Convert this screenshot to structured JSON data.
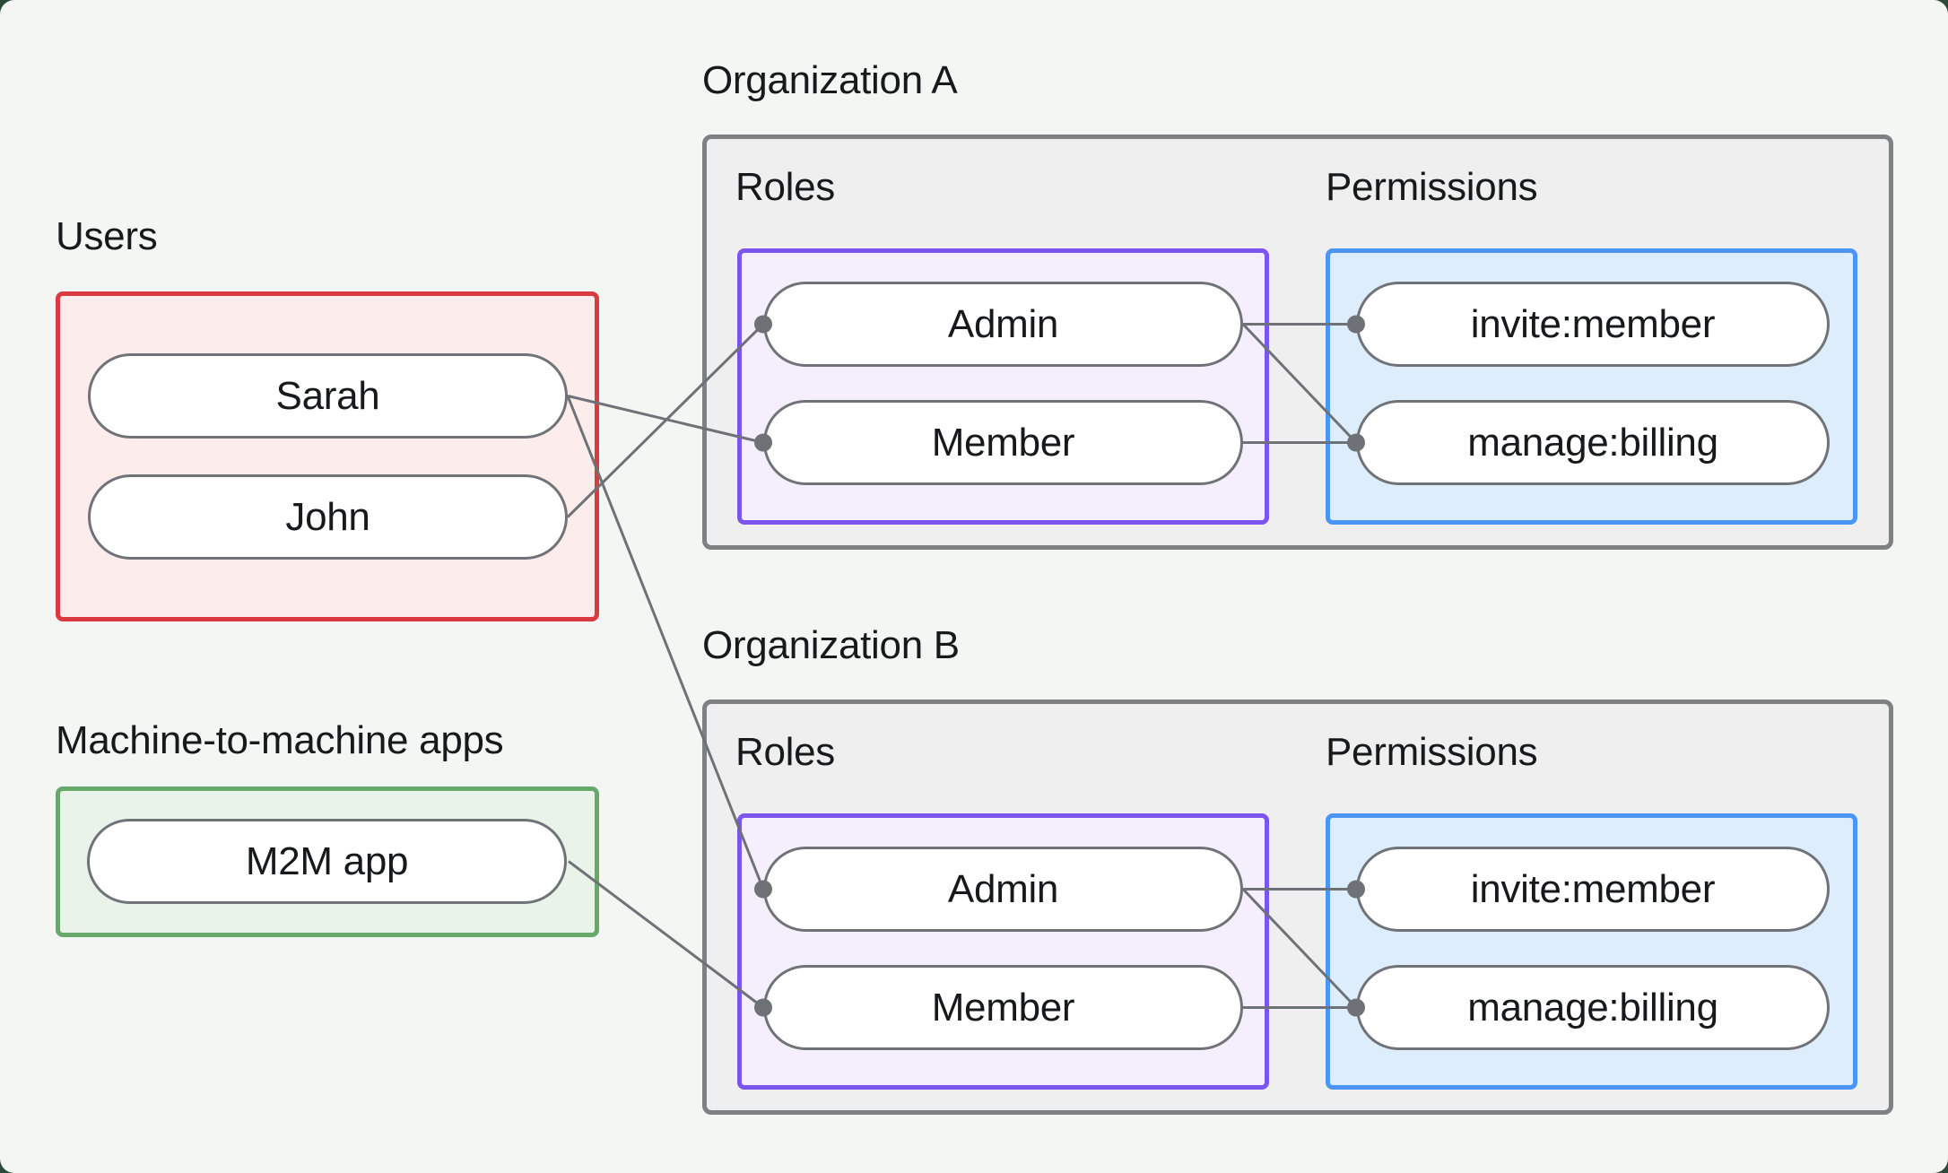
{
  "users": {
    "label": "Users",
    "items": [
      {
        "id": "sarah",
        "label": "Sarah"
      },
      {
        "id": "john",
        "label": "John"
      }
    ]
  },
  "m2m": {
    "label": "Machine-to-machine apps",
    "items": [
      {
        "id": "m2m_app",
        "label": "M2M app"
      }
    ]
  },
  "organizations": [
    {
      "id": "org_a",
      "label": "Organization A",
      "roles_label": "Roles",
      "permissions_label": "Permissions",
      "roles": [
        {
          "id": "org_a_admin",
          "label": "Admin"
        },
        {
          "id": "org_a_member",
          "label": "Member"
        }
      ],
      "permissions": [
        {
          "id": "org_a_invite_member",
          "label": "invite:member"
        },
        {
          "id": "org_a_manage_billing",
          "label": "manage:billing"
        }
      ]
    },
    {
      "id": "org_b",
      "label": "Organization B",
      "roles_label": "Roles",
      "permissions_label": "Permissions",
      "roles": [
        {
          "id": "org_b_admin",
          "label": "Admin"
        },
        {
          "id": "org_b_member",
          "label": "Member"
        }
      ],
      "permissions": [
        {
          "id": "org_b_invite_member",
          "label": "invite:member"
        },
        {
          "id": "org_b_manage_billing",
          "label": "manage:billing"
        }
      ]
    }
  ],
  "edges": [
    {
      "from": "sarah",
      "to": "org_a_member"
    },
    {
      "from": "john",
      "to": "org_a_admin"
    },
    {
      "from": "sarah",
      "to": "org_b_admin"
    },
    {
      "from": "m2m_app",
      "to": "org_b_member"
    },
    {
      "from": "org_a_admin",
      "to": "org_a_invite_member"
    },
    {
      "from": "org_a_admin",
      "to": "org_a_manage_billing"
    },
    {
      "from": "org_a_member",
      "to": "org_a_manage_billing"
    },
    {
      "from": "org_b_admin",
      "to": "org_b_invite_member"
    },
    {
      "from": "org_b_admin",
      "to": "org_b_manage_billing"
    },
    {
      "from": "org_b_member",
      "to": "org_b_manage_billing"
    }
  ],
  "colors": {
    "canvas_background": "#f4f6f4",
    "page_background": "#2c4a3a",
    "users_box_border": "#da3b40",
    "users_box_fill": "#fcecec",
    "m2m_box_border": "#66a96a",
    "m2m_box_fill": "#e9f3e9",
    "org_container_border": "#7d8184",
    "org_container_fill": "#eeefee",
    "roles_box_border": "#7c55ee",
    "roles_box_fill": "#f4eefd",
    "permissions_box_border": "#4b96f5",
    "permissions_box_fill": "#ddedfb",
    "pill_border": "#6f7377",
    "connector": "#6e7276",
    "text": "#17191c"
  }
}
